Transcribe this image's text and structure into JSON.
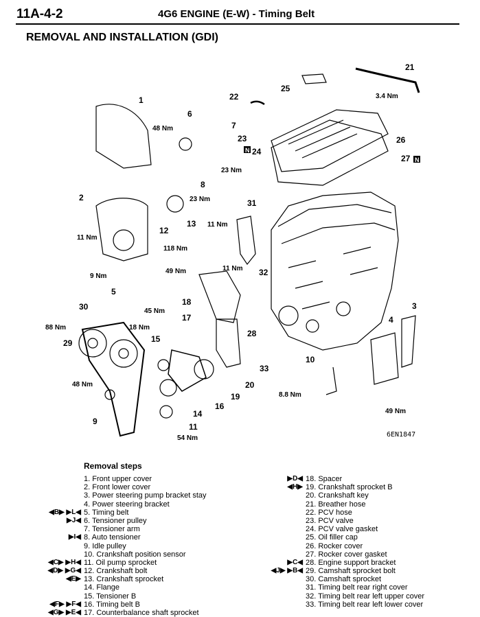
{
  "header": {
    "page_code": "11A-4-2",
    "title": "4G6 ENGINE (E-W)  - Timing Belt"
  },
  "section_title": "REMOVAL AND INSTALLATION (GDI)",
  "figure": {
    "code": "6EN1847",
    "callouts": [
      "1",
      "2",
      "3",
      "4",
      "5",
      "6",
      "7",
      "8",
      "9",
      "10",
      "11",
      "12",
      "13",
      "14",
      "15",
      "16",
      "17",
      "18",
      "19",
      "20",
      "21",
      "22",
      "23",
      "24",
      "25",
      "26",
      "27",
      "28",
      "29",
      "30",
      "31",
      "32",
      "33"
    ],
    "torques": [
      "48 Nm",
      "23 Nm",
      "23 Nm",
      "11 Nm",
      "118 Nm",
      "11 Nm",
      "9 Nm",
      "49 Nm",
      "11 Nm",
      "45 Nm",
      "18 Nm",
      "88 Nm",
      "48 Nm",
      "8.8 Nm",
      "49 Nm",
      "54 Nm",
      "3.4 Nm"
    ],
    "n_mark": "N"
  },
  "removal": {
    "title": "Removal steps",
    "left": [
      {
        "marks": "",
        "text": "1. Front upper cover"
      },
      {
        "marks": "",
        "text": "2. Front lower cover"
      },
      {
        "marks": "",
        "text": "3. Power steering pump bracket stay"
      },
      {
        "marks": "",
        "text": "4. Power steering bracket"
      },
      {
        "marks": "◀B▶  ▶L◀",
        "text": "5. Timing belt"
      },
      {
        "marks": "▶J◀",
        "text": "6. Tensioner pulley"
      },
      {
        "marks": "",
        "text": "7. Tensioner arm"
      },
      {
        "marks": "▶I◀",
        "text": "8. Auto tensioner"
      },
      {
        "marks": "",
        "text": "9. Idle pulley"
      },
      {
        "marks": "",
        "text": "10. Crankshaft position sensor"
      },
      {
        "marks": "◀C▶  ▶H◀",
        "text": "11. Oil pump sprocket"
      },
      {
        "marks": "◀D▶  ▶G◀",
        "text": "12. Crankshaft bolt"
      },
      {
        "marks": "◀E▶",
        "text": "13. Crankshaft sprocket"
      },
      {
        "marks": "",
        "text": "14. Flange"
      },
      {
        "marks": "",
        "text": "15. Tensioner B"
      },
      {
        "marks": "◀F▶  ▶F◀",
        "text": "16. Timing belt B"
      },
      {
        "marks": "◀G▶  ▶E◀",
        "text": "17. Counterbalance shaft sprocket"
      }
    ],
    "right": [
      {
        "marks": "▶D◀",
        "text": "18. Spacer"
      },
      {
        "marks": "◀H▶",
        "text": "19. Crankshaft sprocket B"
      },
      {
        "marks": "",
        "text": "20. Crankshaft key"
      },
      {
        "marks": "",
        "text": "21. Breather hose"
      },
      {
        "marks": "",
        "text": "22. PCV hose"
      },
      {
        "marks": "",
        "text": "23. PCV valve"
      },
      {
        "marks": "",
        "text": "24. PCV valve gasket"
      },
      {
        "marks": "",
        "text": "25. Oil filler cap"
      },
      {
        "marks": "",
        "text": "26. Rocker cover"
      },
      {
        "marks": "",
        "text": "27. Rocker cover gasket"
      },
      {
        "marks": "▶C◀",
        "text": "28. Engine support bracket"
      },
      {
        "marks": "◀J▶  ▶B◀",
        "text": "29. Camshaft sprocket bolt"
      },
      {
        "marks": "",
        "text": "30. Camshaft sprocket"
      },
      {
        "marks": "",
        "text": "31. Timing belt rear right cover"
      },
      {
        "marks": "",
        "text": "32. Timing belt rear left upper cover"
      },
      {
        "marks": "",
        "text": "33. Timing belt rear left lower cover"
      }
    ]
  }
}
